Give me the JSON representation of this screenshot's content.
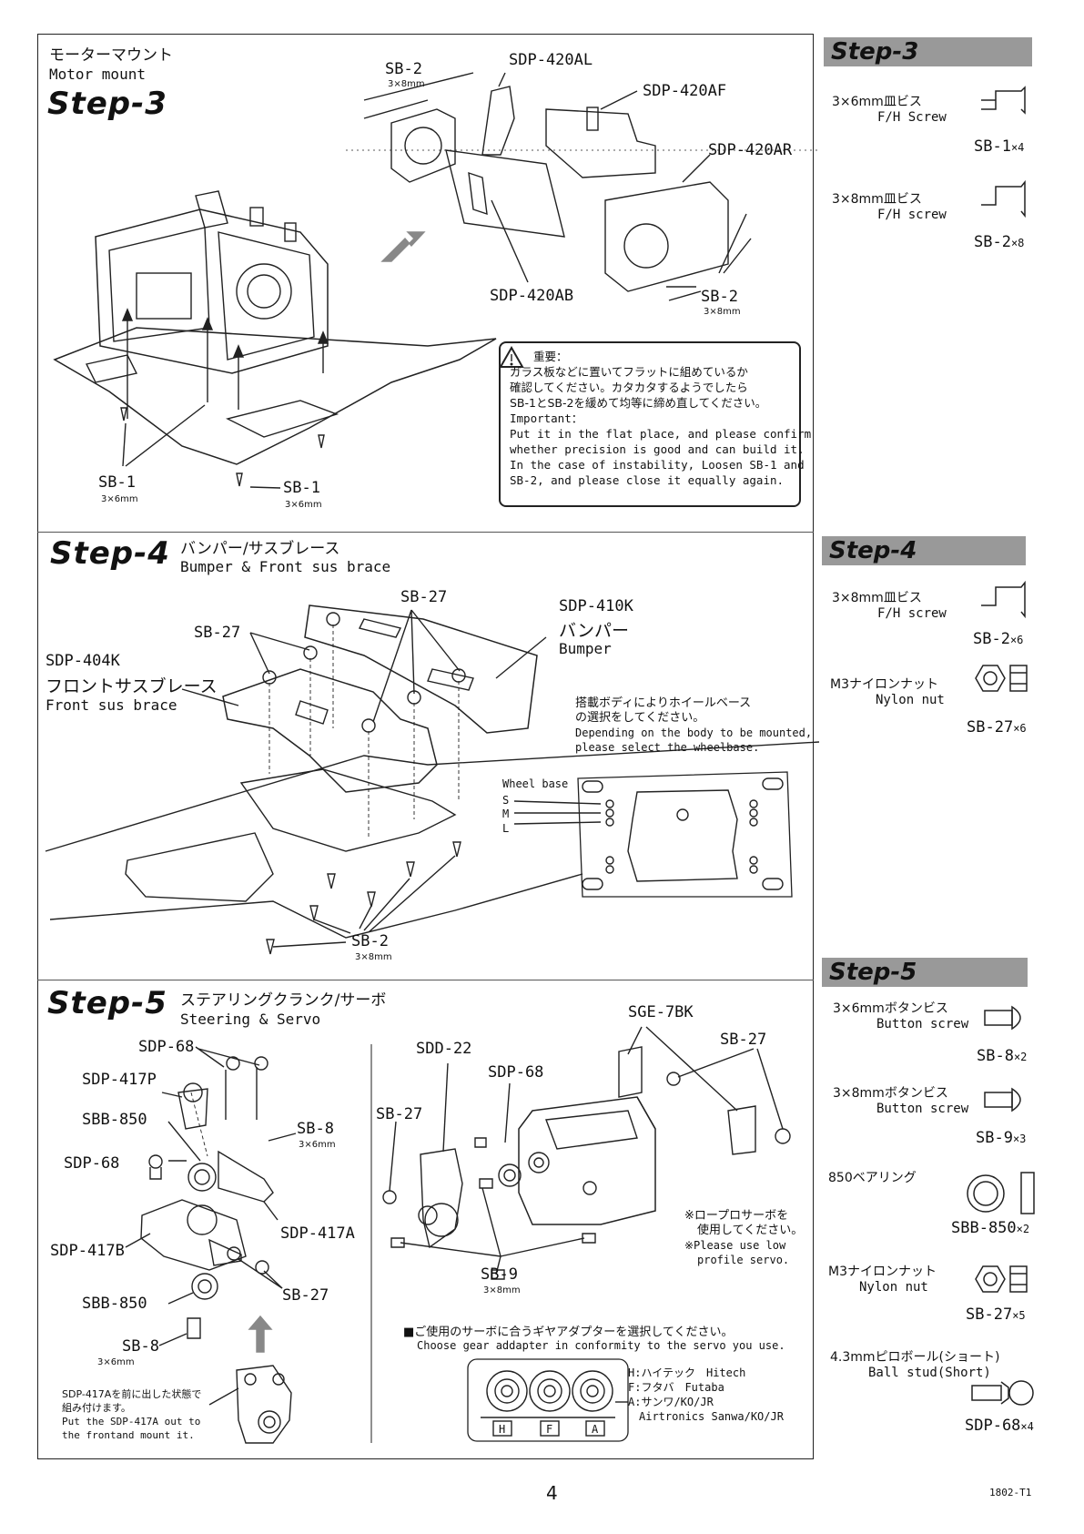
{
  "step3": {
    "title_jp": "モーターマウント",
    "title_en": "Motor mount",
    "step_label": "Step-3",
    "labels": [
      "SB-2",
      "3×8mm",
      "SDP-420AL",
      "SDP-420AF",
      "SDP-420AR",
      "SDP-420AB",
      "SB-2",
      "3×8mm",
      "SB-1",
      "3×6mm",
      "SB-1",
      "3×6mm"
    ],
    "note": {
      "heading": "重要：",
      "lines_jp": [
        "ガラス板などに置いてフラットに組めているか",
        "確認してください。カタカタするようでしたら",
        "SB-1とSB-2を緩めて均等に締め直してください。"
      ],
      "heading_en": "Important：",
      "lines_en": [
        "Put it in the flat place, and please confirm",
        "whether precision is good and can build it.",
        "In the case of instability, Loosen SB-1 and",
        "SB-2, and please close it equally again."
      ]
    }
  },
  "step4": {
    "step_label": "Step-4",
    "title_jp": "バンパー/サスブレース",
    "title_en": "Bumper & Front sus brace",
    "labels": {
      "sb27_top": "SB-27",
      "sb27_left": "SB-27",
      "sdp410k": "SDP-410K",
      "bumper_jp": "バンパー",
      "bumper_en": "Bumper",
      "sdp404k": "SDP-404K",
      "brace_jp": "フロントサスブレース",
      "brace_en": "Front sus brace",
      "sb2": "SB-2",
      "sb2_size": "3×8mm"
    },
    "wheelbase_note": [
      "搭載ボディによりホイールベース",
      "の選択をしてください。",
      "Depending on the body to be mounted,",
      "please select the wheelbase."
    ],
    "wheelbase": {
      "title": "Wheel base",
      "options": [
        "S",
        "M",
        "L"
      ]
    }
  },
  "step5": {
    "step_label": "Step-5",
    "title_jp": "ステアリングクランク/サーボ",
    "title_en": "Steering & Servo",
    "left_labels": {
      "sdp68_a": "SDP-68",
      "sdp417p": "SDP-417P",
      "sbb850_a": "SBB-850",
      "sb8_a": "SB-8",
      "sb8_a_size": "3×6mm",
      "sdp68_b": "SDP-68",
      "sdp417a": "SDP-417A",
      "sdp417b": "SDP-417B",
      "sb27": "SB-27",
      "sbb850_b": "SBB-850",
      "sb8_b": "SB-8",
      "sb8_b_size": "3×6mm"
    },
    "left_note": [
      "SDP-417Aを前に出した状態で",
      "組み付けます。",
      "Put the SDP-417A out to",
      "the frontand mount it."
    ],
    "right_labels": {
      "sge7bk": "SGE-7BK",
      "sdd22": "SDD-22",
      "sdp68": "SDP-68",
      "sb27_left": "SB-27",
      "sb27_right": "SB-27",
      "sb9": "SB-9",
      "sb9_size": "3×8mm"
    },
    "servo_note": [
      "※ロープロサーボを",
      "使用してください。",
      "※Please use low",
      "profile servo."
    ],
    "gear_note_jp": "■ご使用のサーボに合うギヤアダプターを選択してください。",
    "gear_note_en": "Choose gear addapter in conformity to the servo you use.",
    "gear_letters": [
      "H",
      "F",
      "A"
    ],
    "gear_legend": [
      "H:ハイテック　Hitech",
      "F:フタバ　Futaba",
      "A:サンワ/KO/JR",
      "Airtronics Sanwa/KO/JR"
    ]
  },
  "sidebar": {
    "step3": {
      "label": "Step-3",
      "parts": [
        {
          "jp": "3×6mm皿ビス",
          "en": "F/H Screw",
          "code": "SB-1",
          "qty": "×4"
        },
        {
          "jp": "3×8mm皿ビス",
          "en": "F/H screw",
          "code": "SB-2",
          "qty": "×8"
        }
      ]
    },
    "step4": {
      "label": "Step-4",
      "parts": [
        {
          "jp": "3×8mm皿ビス",
          "en": "F/H screw",
          "code": "SB-2",
          "qty": "×6"
        },
        {
          "jp": "M3ナイロンナット",
          "en": "Nylon nut",
          "code": "SB-27",
          "qty": "×6"
        }
      ]
    },
    "step5": {
      "label": "Step-5",
      "parts": [
        {
          "jp": "3×6mmボタンビス",
          "en": "Button screw",
          "code": "SB-8",
          "qty": "×2"
        },
        {
          "jp": "3×8mmボタンビス",
          "en": "Button screw",
          "code": "SB-9",
          "qty": "×3"
        },
        {
          "jp": "850ベアリング",
          "en": "",
          "code": "SBB-850",
          "qty": "×2"
        },
        {
          "jp": "M3ナイロンナット",
          "en": "Nylon nut",
          "code": "SB-27",
          "qty": "×5"
        },
        {
          "jp": "4.3mmピロボール(ショート)",
          "en": "Ball stud(Short)",
          "code": "SDP-68",
          "qty": "×4"
        }
      ]
    }
  },
  "footer": {
    "page_number": "4",
    "doc_code": "1802-T1"
  }
}
